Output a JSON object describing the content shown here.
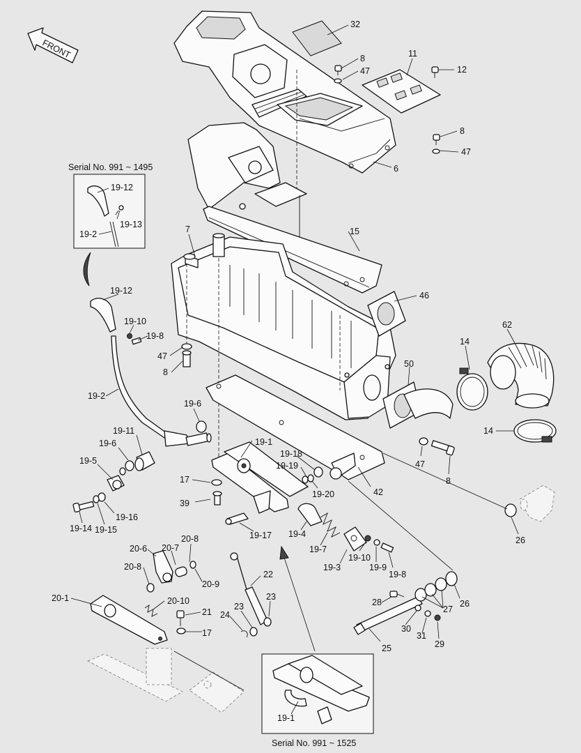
{
  "front_label": "FRONT",
  "serial_caption_top": "Serial No. 991 ~ 1495",
  "serial_caption_bottom": "Serial No. 991 ~ 1525",
  "callouts": [
    "32",
    "8",
    "47",
    "11",
    "12",
    "8",
    "47",
    "6",
    "19-12",
    "19-13",
    "19-2",
    "7",
    "15",
    "46",
    "62",
    "14",
    "50",
    "19-12",
    "19-10",
    "19-8",
    "47",
    "8",
    "19-2",
    "19-6",
    "19-11",
    "19-6",
    "19-5",
    "19-1",
    "19-18",
    "19-19",
    "19-20",
    "42",
    "17",
    "39",
    "19-14",
    "19-15",
    "19-16",
    "19-17",
    "19-4",
    "19-7",
    "19-3",
    "19-10",
    "19-9",
    "19-8",
    "14",
    "47",
    "8",
    "26",
    "20-6",
    "20-7",
    "20-8",
    "20-8",
    "20-9",
    "20-1",
    "20-10",
    "21",
    "17",
    "22",
    "23",
    "23",
    "24",
    "28",
    "27",
    "26",
    "30",
    "31",
    "29",
    "25",
    "19-1"
  ]
}
